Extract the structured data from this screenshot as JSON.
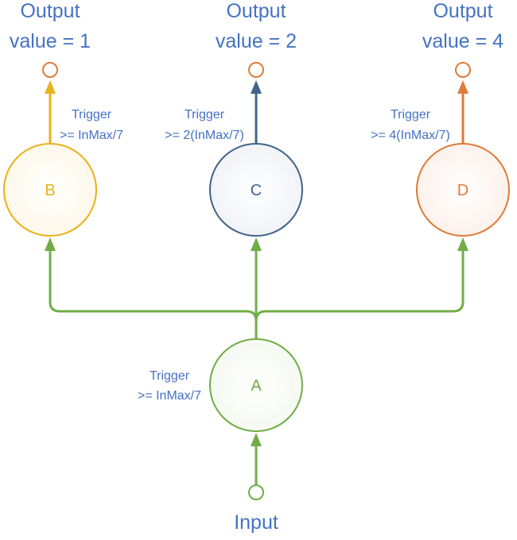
{
  "outputs": {
    "b": {
      "line1": "Output",
      "line2": "value = 1"
    },
    "c": {
      "line1": "Output",
      "line2": "value = 2"
    },
    "d": {
      "line1": "Output",
      "line2": "value = 4"
    }
  },
  "triggers": {
    "b": {
      "line1": "Trigger",
      "line2": ">= InMax/7"
    },
    "c": {
      "line1": "Trigger",
      "line2": ">= 2(InMax/7)"
    },
    "d": {
      "line1": "Trigger",
      "line2": ">= 4(InMax/7)"
    },
    "a": {
      "line1": "Trigger",
      "line2": ">= InMax/7"
    }
  },
  "nodes": {
    "a": "A",
    "b": "B",
    "c": "C",
    "d": "D"
  },
  "input_label": "Input",
  "colors": {
    "text": "#4472C4",
    "green": "#70AD47",
    "yellow": "#E8B21A",
    "blue": "#41648A",
    "orange": "#E07B39"
  }
}
